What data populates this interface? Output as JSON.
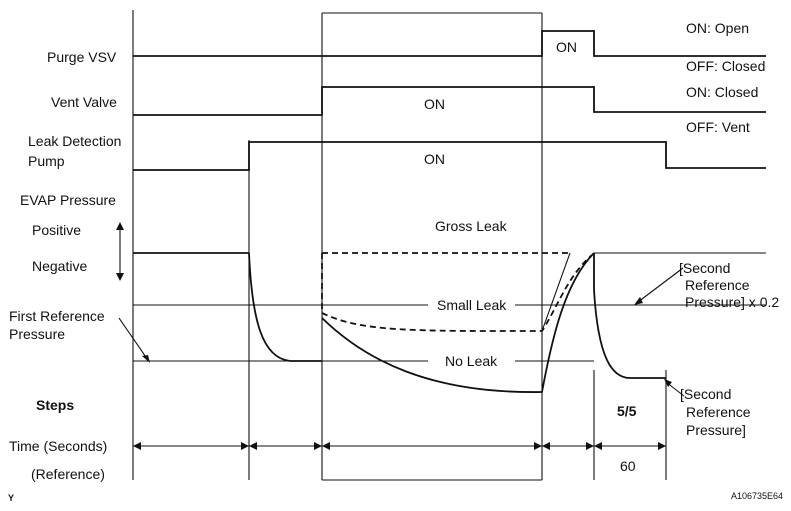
{
  "signals": {
    "purge_vsv": "Purge VSV",
    "vent_valve": "Vent Valve",
    "pump_line1": "Leak Detection",
    "pump_line2": "Pump",
    "evap_pressure": "EVAP Pressure",
    "positive": "Positive",
    "negative": "Negative",
    "first_ref_line1": "First Reference",
    "first_ref_line2": "Pressure"
  },
  "states": {
    "purge_on": "ON",
    "vent_on": "ON",
    "pump_on": "ON"
  },
  "right_notes": {
    "purge_on": "ON: Open",
    "purge_off": "OFF: Closed",
    "vent_on": "ON: Closed",
    "vent_off": "OFF: Vent"
  },
  "pressure_labels": {
    "gross_leak": "Gross Leak",
    "small_leak": "Small Leak",
    "no_leak": "No Leak",
    "second_ref_x02_line1": "[Second",
    "second_ref_x02_line2": "Reference",
    "second_ref_x02_line3": "Pressure] x 0.2",
    "second_ref_line1": "[Second",
    "second_ref_line2": "Reference",
    "second_ref_line3": "Pressure]"
  },
  "rows": {
    "steps": "Steps",
    "time": "Time (Seconds)",
    "reference": "(Reference)",
    "step_value": "5/5",
    "time_value": "60"
  },
  "footer": {
    "left_mark": "Y",
    "figure_code": "A106735E64"
  }
}
